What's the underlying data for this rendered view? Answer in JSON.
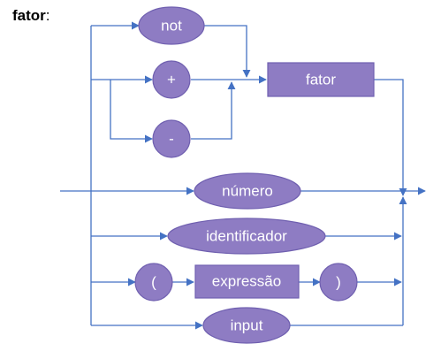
{
  "title": "fator",
  "title_suffix": ":",
  "nodes": {
    "not": "not",
    "plus": "+",
    "minus": "-",
    "fator": "fator",
    "numero": "número",
    "identificador": "identificador",
    "open_paren": "(",
    "expressao": "expressão",
    "close_paren": ")",
    "input": "input"
  },
  "colors": {
    "node_fill": "#8E7CC3",
    "edge": "#4472C4"
  }
}
